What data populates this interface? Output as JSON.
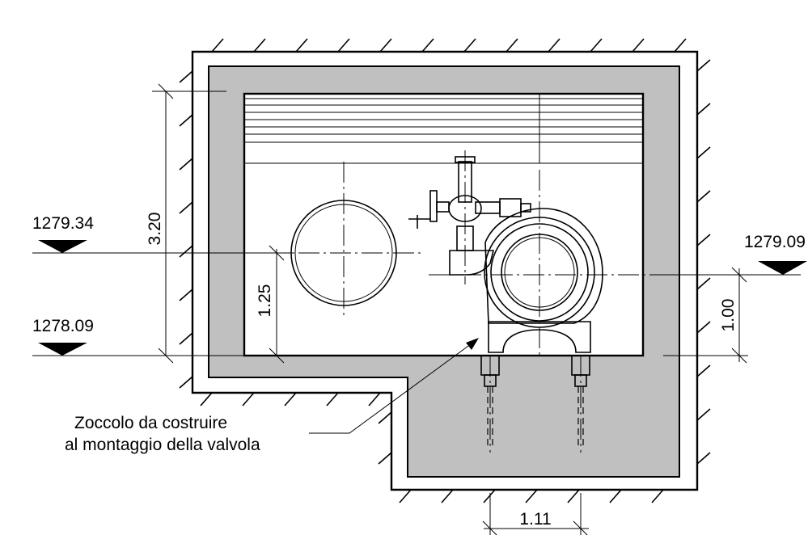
{
  "levels": {
    "left_upper": "1279.34",
    "left_lower": "1278.09",
    "right": "1279.09"
  },
  "dimensions": {
    "height_total": "3.20",
    "pipe_height": "1.25",
    "valve_height": "1.00",
    "plinth_width": "1.11"
  },
  "annotation": {
    "line1": "Zoccolo da costruire",
    "line2": "al montaggio della valvola"
  },
  "colors": {
    "concrete": "#c0c0c0",
    "line": "#000000"
  }
}
